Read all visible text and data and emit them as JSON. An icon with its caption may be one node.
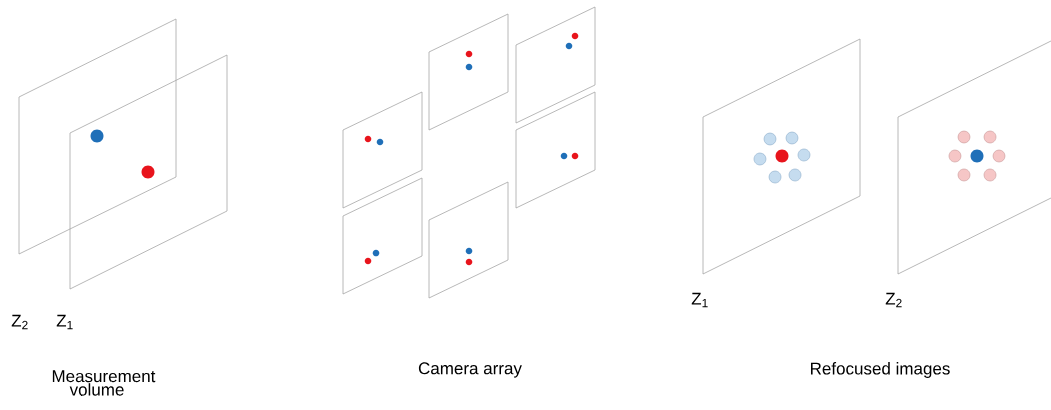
{
  "diagram": {
    "labels": [
      "Z$_{2}$",
      "Z$_{1}$",
      "Measurement volume",
      "Camera array",
      "Z$_{1}$",
      "Z$_{2}$",
      "Refocused images"
    ]
  }
}
